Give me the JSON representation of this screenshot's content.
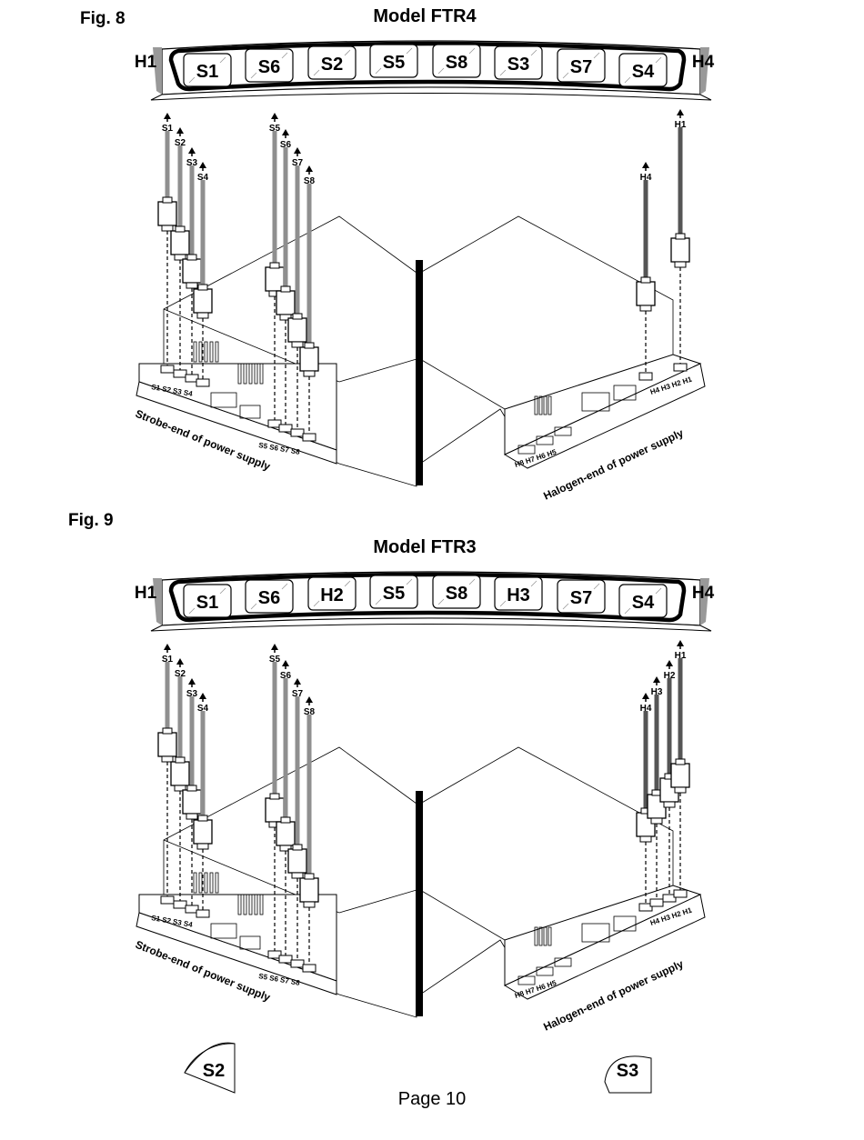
{
  "figures": [
    {
      "label": "Fig. 8",
      "model": "Model FTR4",
      "left_end": "H1",
      "right_end": "H4",
      "bar_modules": [
        "S1",
        "S6",
        "S2",
        "S5",
        "S8",
        "S3",
        "S7",
        "S4"
      ],
      "strobe_wires_a": [
        "S1",
        "S2",
        "S3",
        "S4"
      ],
      "strobe_wires_b": [
        "S5",
        "S6",
        "S7",
        "S8"
      ],
      "halogen_wires": [
        "H4",
        "H1"
      ],
      "strobe_ports_a": "S1 S2 S3 S4",
      "strobe_ports_b": "S5 S6 S7 S8",
      "halogen_ports_a": "H4 H3 H2 H1",
      "halogen_ports_b": "H8 H7 H6 H5",
      "strobe_end_caption": "Strobe-end of power supply",
      "halogen_end_caption": "Halogen-end of power supply"
    },
    {
      "label": "Fig. 9",
      "model": "Model FTR3",
      "left_end": "H1",
      "right_end": "H4",
      "bar_modules": [
        "S1",
        "S6",
        "H2",
        "S5",
        "S8",
        "H3",
        "S7",
        "S4"
      ],
      "strobe_wires_a": [
        "S1",
        "S2",
        "S3",
        "S4"
      ],
      "strobe_wires_b": [
        "S5",
        "S6",
        "S7",
        "S8"
      ],
      "halogen_wires": [
        "H4",
        "H3",
        "H2",
        "H1"
      ],
      "strobe_ports_a": "S1 S2 S3 S4",
      "strobe_ports_b": "S5 S6 S7 S8",
      "halogen_ports_a": "H4 H3 H2 H1",
      "halogen_ports_b": "H8 H7 H6 H5",
      "strobe_end_caption": "Strobe-end of power supply",
      "halogen_end_caption": "Halogen-end of power supply"
    }
  ],
  "bottom_tabs": [
    "S2",
    "S3"
  ],
  "page_number": "Page 10"
}
